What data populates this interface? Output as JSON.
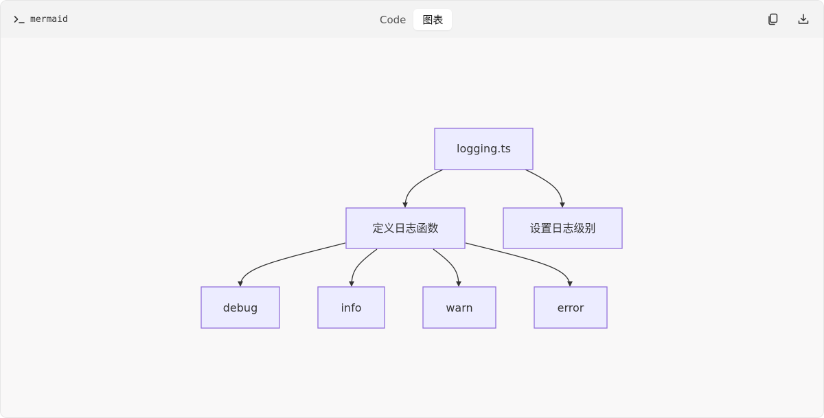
{
  "header": {
    "language_label": "mermaid",
    "tabs": [
      {
        "label": "Code",
        "active": false
      },
      {
        "label": "图表",
        "active": true
      }
    ],
    "actions": [
      {
        "name": "copy",
        "icon": "copy-icon"
      },
      {
        "name": "download",
        "icon": "download-icon"
      }
    ]
  },
  "diagram": {
    "type": "flowchart",
    "direction": "TD",
    "colors": {
      "node_fill": "#ECECFF",
      "node_stroke": "#9370DB",
      "edge": "#333333",
      "background": "#F9F8F8"
    },
    "nodes": [
      {
        "id": "root",
        "label": "logging.ts"
      },
      {
        "id": "define",
        "label": "定义日志函数"
      },
      {
        "id": "level",
        "label": "设置日志级别"
      },
      {
        "id": "debug",
        "label": "debug"
      },
      {
        "id": "info",
        "label": "info"
      },
      {
        "id": "warn",
        "label": "warn"
      },
      {
        "id": "error",
        "label": "error"
      }
    ],
    "edges": [
      {
        "from": "root",
        "to": "define"
      },
      {
        "from": "root",
        "to": "level"
      },
      {
        "from": "define",
        "to": "debug"
      },
      {
        "from": "define",
        "to": "info"
      },
      {
        "from": "define",
        "to": "warn"
      },
      {
        "from": "define",
        "to": "error"
      }
    ]
  }
}
